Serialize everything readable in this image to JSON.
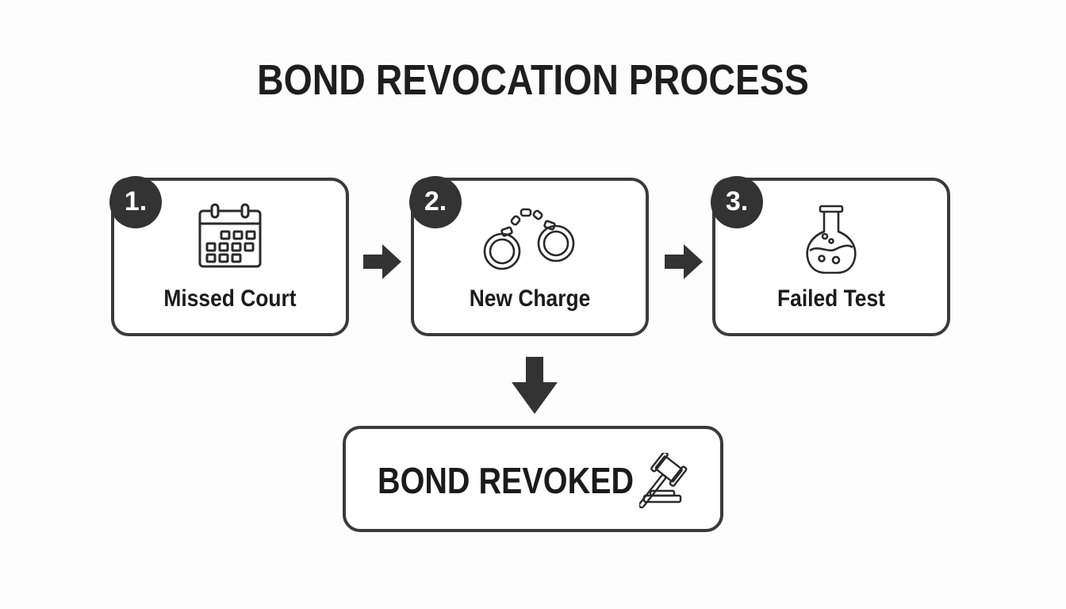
{
  "title": "BOND REVOCATION PROCESS",
  "steps": [
    {
      "number": "1.",
      "label": "Missed Court",
      "icon": "calendar-icon"
    },
    {
      "number": "2.",
      "label": "New Charge",
      "icon": "handcuffs-icon"
    },
    {
      "number": "3.",
      "label": "Failed Test",
      "icon": "flask-icon"
    }
  ],
  "result": {
    "label": "BOND REVOKED",
    "icon": "gavel-icon"
  },
  "colors": {
    "stroke": "#3a3a3a",
    "badge": "#333333",
    "text": "#1b1b1b",
    "background": "#fdfdfd"
  }
}
